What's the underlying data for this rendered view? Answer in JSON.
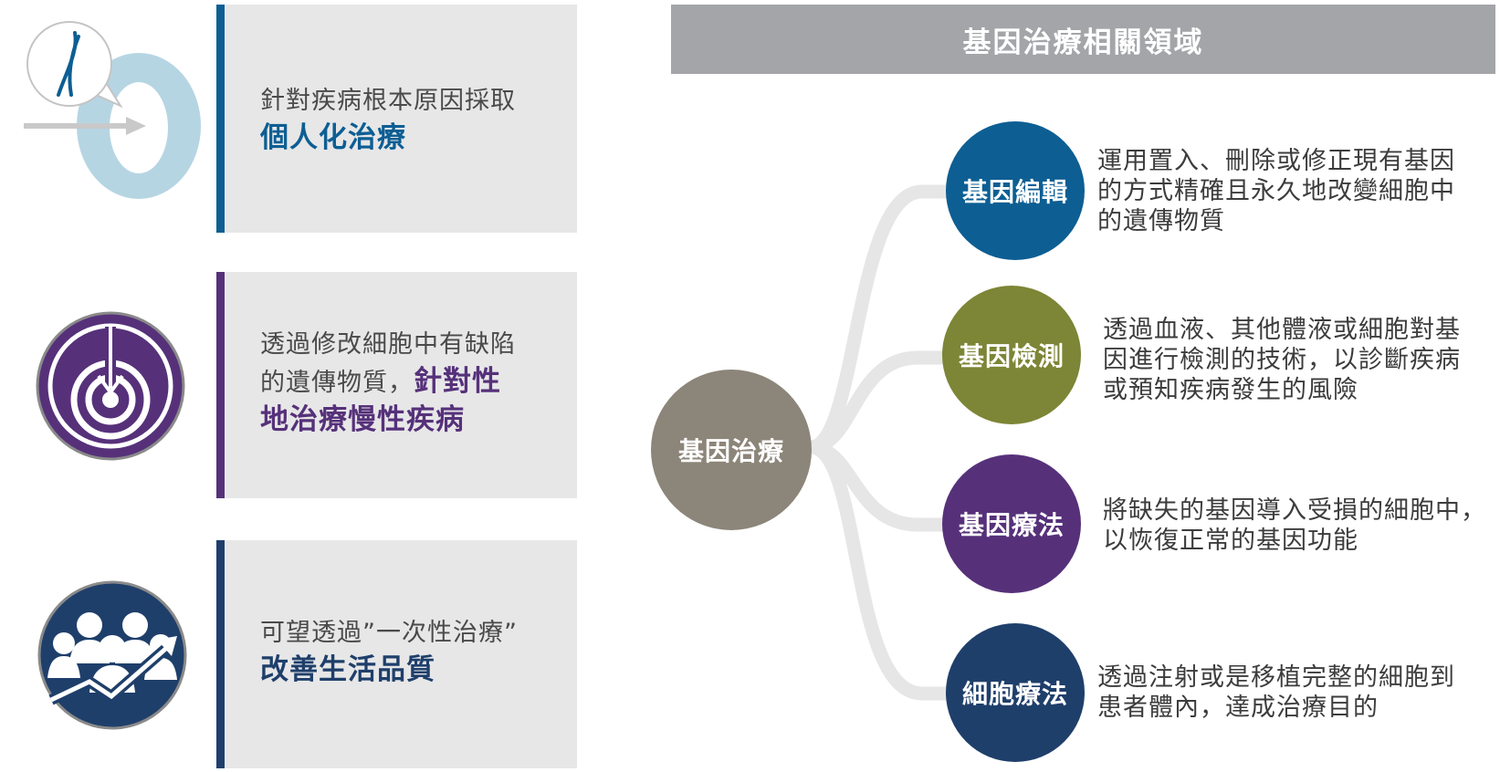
{
  "colors": {
    "blue": "#0d5e93",
    "purple": "#56317a",
    "navy": "#1f3f6b",
    "olive": "#7d8536",
    "taupe": "#8c8579",
    "panel_bg": "#e7e7e8",
    "header_bg": "#a3a5a8",
    "connector": "#e6e6e6"
  },
  "left_panels": [
    {
      "icon": "chromosome-cell-icon",
      "line1": "針對疾病根本原因採取",
      "highlight": "個人化治療"
    },
    {
      "icon": "target-icon",
      "line1": "透過修改細胞中有缺陷",
      "line2_plain": "的遺傳物質，",
      "line2_highlight": "針對性",
      "line3_highlight": "地治療慢性疾病"
    },
    {
      "icon": "people-growth-icon",
      "line1": "可望透過”一次性治療”",
      "highlight": "改善生活品質"
    }
  ],
  "right": {
    "title": "基因治療相關領域",
    "center_label": "基因治療",
    "branches": [
      {
        "label": "基因編輯",
        "desc": [
          "運用置入、刪除或修正現有基因",
          "的方式精確且永久地改變細胞中",
          "的遺傳物質"
        ]
      },
      {
        "label": "基因檢測",
        "desc": [
          "透過血液、其他體液或細胞對基",
          "因進行檢測的技術，以診斷疾病",
          "或預知疾病發生的風險"
        ]
      },
      {
        "label": "基因療法",
        "desc": [
          "將缺失的基因導入受損的細胞中，",
          "以恢復正常的基因功能"
        ]
      },
      {
        "label": "細胞療法",
        "desc": [
          "透過注射或是移植完整的細胞到",
          "患者體內，達成治療目的"
        ]
      }
    ]
  }
}
